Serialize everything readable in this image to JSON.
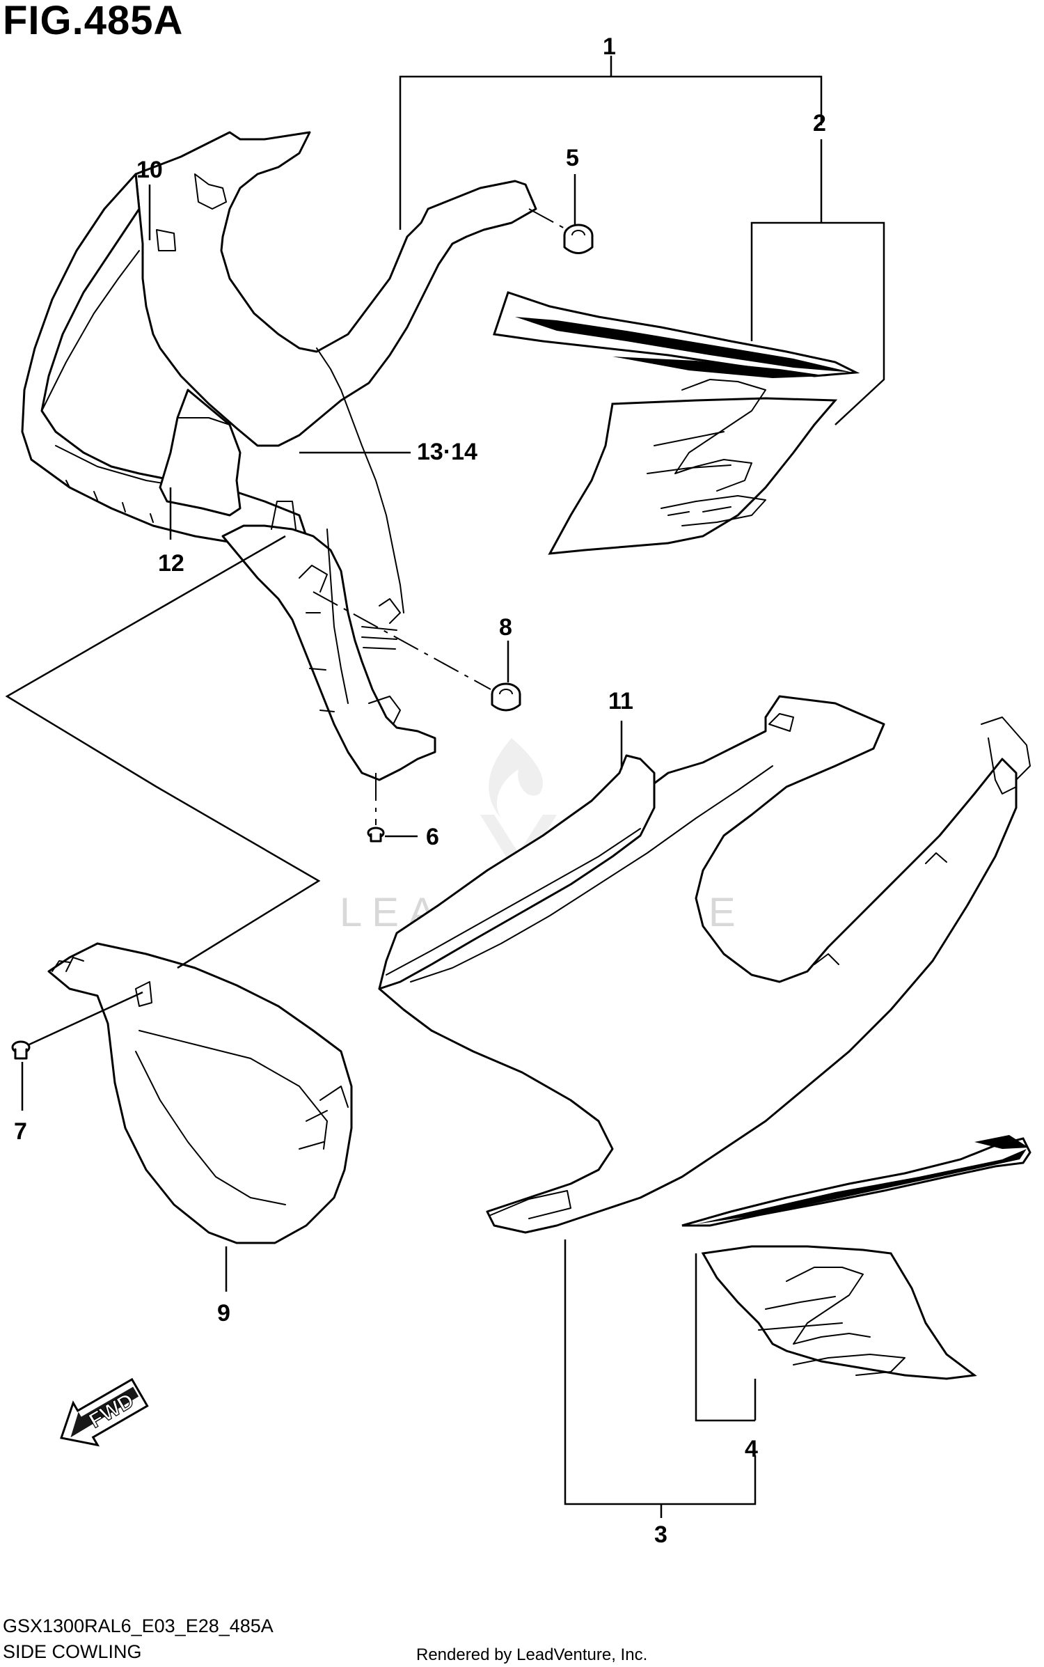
{
  "figure_title": "FIG.485A",
  "drawing_code": "GSX1300RAL6_E03_E28_485A",
  "drawing_name": "SIDE COWLING",
  "rendered_by": "Rendered by LeadVenture, Inc.",
  "watermark": "LEADVENTURE",
  "fwd_label": "FWD",
  "callouts": [
    {
      "id": "c1",
      "label": "1"
    },
    {
      "id": "c2",
      "label": "2"
    },
    {
      "id": "c3",
      "label": "3"
    },
    {
      "id": "c4",
      "label": "4"
    },
    {
      "id": "c5",
      "label": "5"
    },
    {
      "id": "c6",
      "label": "6"
    },
    {
      "id": "c7",
      "label": "7"
    },
    {
      "id": "c8",
      "label": "8"
    },
    {
      "id": "c9",
      "label": "9"
    },
    {
      "id": "c10",
      "label": "10"
    },
    {
      "id": "c11",
      "label": "11"
    },
    {
      "id": "c12",
      "label": "12"
    },
    {
      "id": "c13-14",
      "label": "13·14"
    }
  ]
}
